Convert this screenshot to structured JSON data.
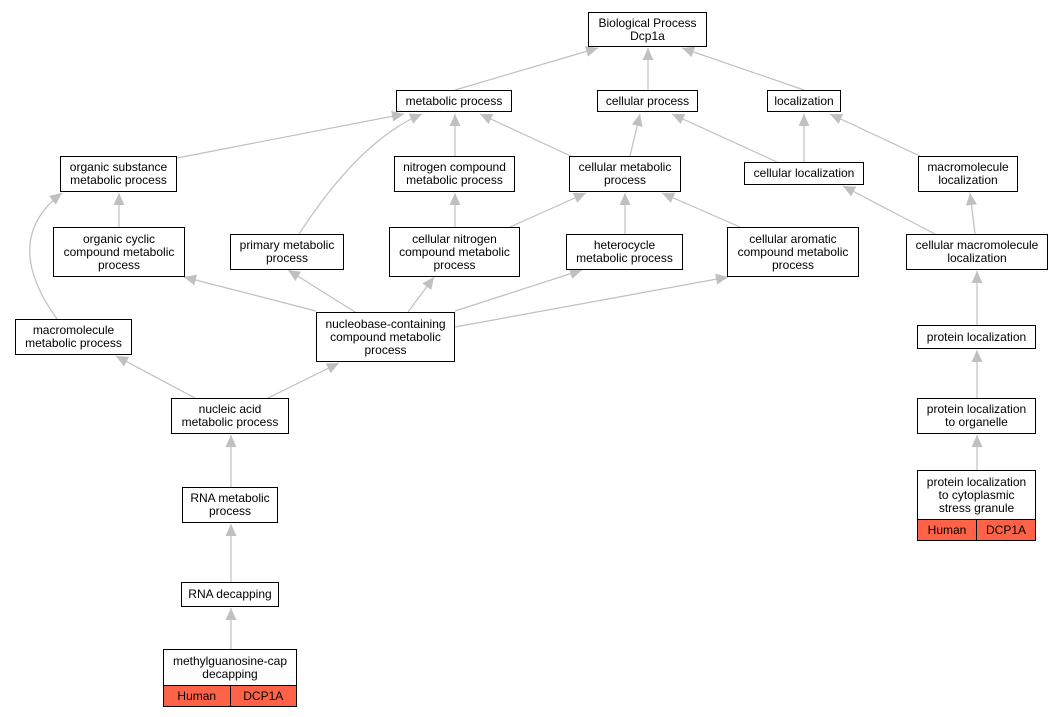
{
  "colors": {
    "edge": "#c0c0c0",
    "annotation": "#ff6347"
  },
  "nodes": {
    "bp": "Biological Process\nDcp1a",
    "metabolic": "metabolic process",
    "cellular": "cellular process",
    "localization": "localization",
    "organic_substance": "organic substance\nmetabolic process",
    "nitrogen_compound": "nitrogen compound\nmetabolic process",
    "cellular_metabolic": "cellular metabolic\nprocess",
    "cellular_localization": "cellular localization",
    "macromolecule_localization": "macromolecule\nlocalization",
    "organic_cyclic": "organic cyclic\ncompound metabolic\nprocess",
    "primary_metabolic": "primary metabolic\nprocess",
    "cellular_nitrogen": "cellular nitrogen\ncompound metabolic\nprocess",
    "heterocycle": "heterocycle\nmetabolic process",
    "cellular_aromatic": "cellular aromatic\ncompound metabolic\nprocess",
    "cellular_macromolecule_localization": "cellular macromolecule\nlocalization",
    "macromolecule_metabolic": "macromolecule\nmetabolic process",
    "nucleobase": "nucleobase-containing\ncompound metabolic\nprocess",
    "protein_localization": "protein localization",
    "nucleic_acid": "nucleic acid\nmetabolic process",
    "protein_localization_organelle": "protein localization\nto organelle",
    "rna_metabolic": "RNA metabolic\nprocess",
    "rna_decapping": "RNA decapping"
  },
  "leaves": {
    "stress_granule": {
      "label": "protein localization\nto cytoplasmic\nstress granule",
      "species": "Human",
      "gene": "DCP1A"
    },
    "cap_decapping": {
      "label": "methylguanosine-cap\ndecapping",
      "species": "Human",
      "gene": "DCP1A"
    }
  }
}
